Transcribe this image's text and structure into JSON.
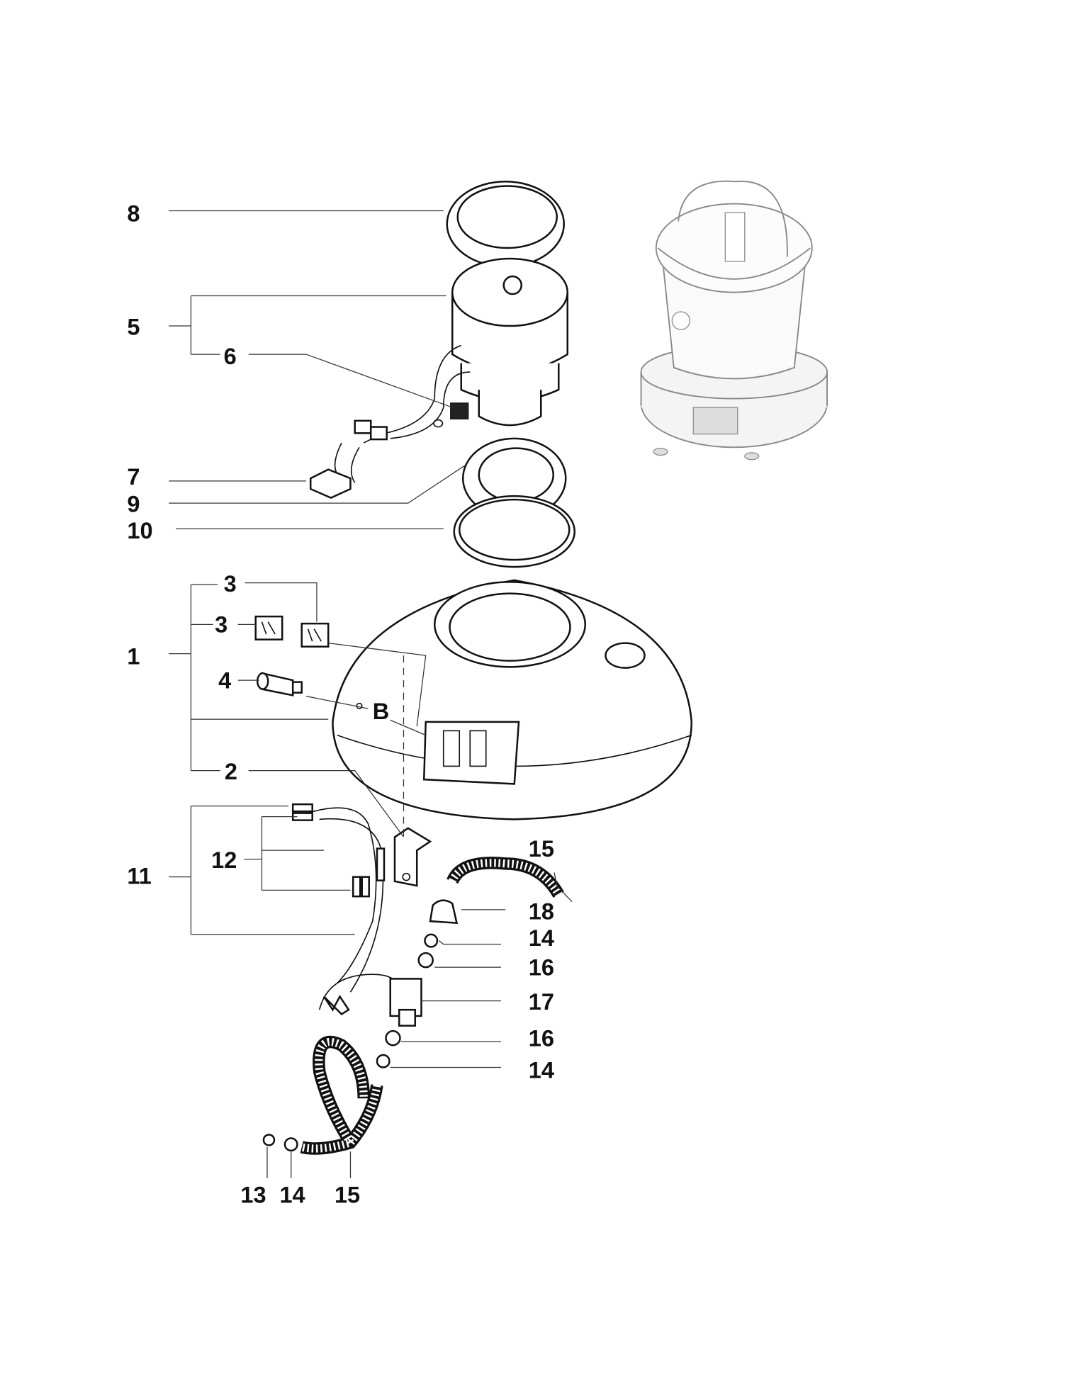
{
  "diagram": {
    "type": "exploded parts diagram",
    "callouts": [
      {
        "id": "8",
        "label": "8"
      },
      {
        "id": "5",
        "label": "5"
      },
      {
        "id": "6",
        "label": "6"
      },
      {
        "id": "7",
        "label": "7"
      },
      {
        "id": "9",
        "label": "9"
      },
      {
        "id": "10",
        "label": "10"
      },
      {
        "id": "3a",
        "label": "3"
      },
      {
        "id": "3b",
        "label": "3"
      },
      {
        "id": "1",
        "label": "1"
      },
      {
        "id": "4",
        "label": "4"
      },
      {
        "id": "B",
        "label": "B"
      },
      {
        "id": "2",
        "label": "2"
      },
      {
        "id": "11",
        "label": "11"
      },
      {
        "id": "12",
        "label": "12"
      },
      {
        "id": "15a",
        "label": "15"
      },
      {
        "id": "18",
        "label": "18"
      },
      {
        "id": "14a",
        "label": "14"
      },
      {
        "id": "16a",
        "label": "16"
      },
      {
        "id": "17",
        "label": "17"
      },
      {
        "id": "16b",
        "label": "16"
      },
      {
        "id": "14b",
        "label": "14"
      },
      {
        "id": "13",
        "label": "13"
      },
      {
        "id": "14c",
        "label": "14"
      },
      {
        "id": "15b",
        "label": "15"
      }
    ]
  }
}
